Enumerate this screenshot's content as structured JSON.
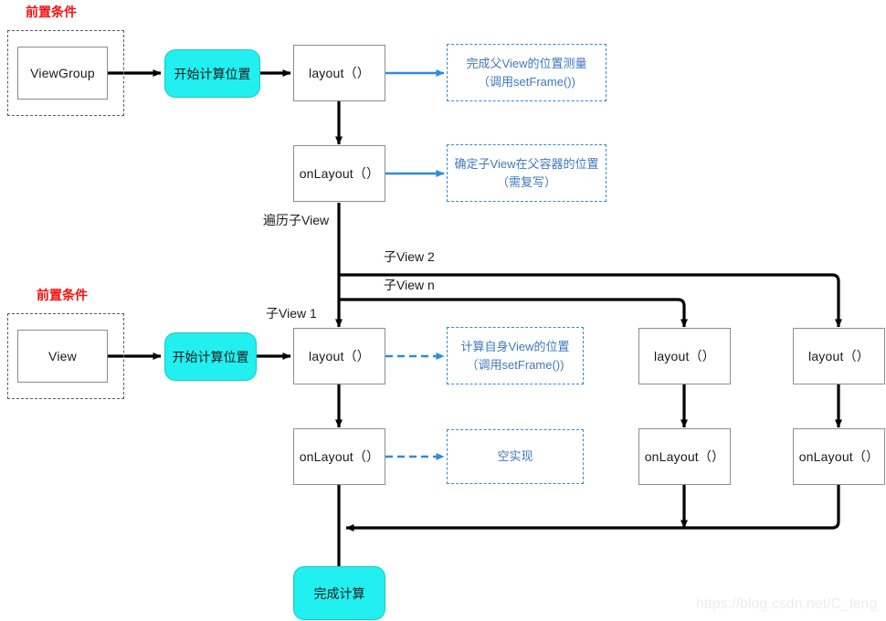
{
  "diagram": {
    "title": "Android View layout() flow",
    "colors": {
      "terminator_fill": "#22efef",
      "note_border": "#2e8bd8",
      "note_text": "#3f78c2",
      "precondition_label": "#f40f0f",
      "box_border": "#8d8d8d",
      "connector": "#000000",
      "watermark": "#ededed"
    },
    "precondition_labels": {
      "top": "前置条件",
      "bottom": "前置条件"
    },
    "nodes": {
      "viewgroup": "ViewGroup",
      "view": "View",
      "start_top": "开始计算位置",
      "start_bottom": "开始计算位置",
      "parent_layout": "layout（）",
      "parent_onlayout": "onLayout（）",
      "child1_layout": "layout（）",
      "child1_onlayout": "onLayout（）",
      "child2_layout": "layout（）",
      "child2_onlayout": "onLayout（）",
      "childn_layout": "layout（）",
      "childn_onlayout": "onLayout（）",
      "finish": "完成计算"
    },
    "notes": {
      "parent_layout_note": {
        "line1": "完成父View的位置测量",
        "line2": "（调用setFrame())"
      },
      "parent_onlayout_note": {
        "line1": "确定子View在父容器的位置",
        "line2": "（需复写）"
      },
      "child_layout_note": {
        "line1": "计算自身View的位置",
        "line2": "（调用setFrame())"
      },
      "child_onlayout_note": {
        "line1": "空实现"
      }
    },
    "edge_labels": {
      "traverse": "遍历子View",
      "child2": "子View 2",
      "childn": "子View n",
      "child1": "子View 1"
    },
    "watermark": "https://blog.csdn.net/C_leng"
  }
}
